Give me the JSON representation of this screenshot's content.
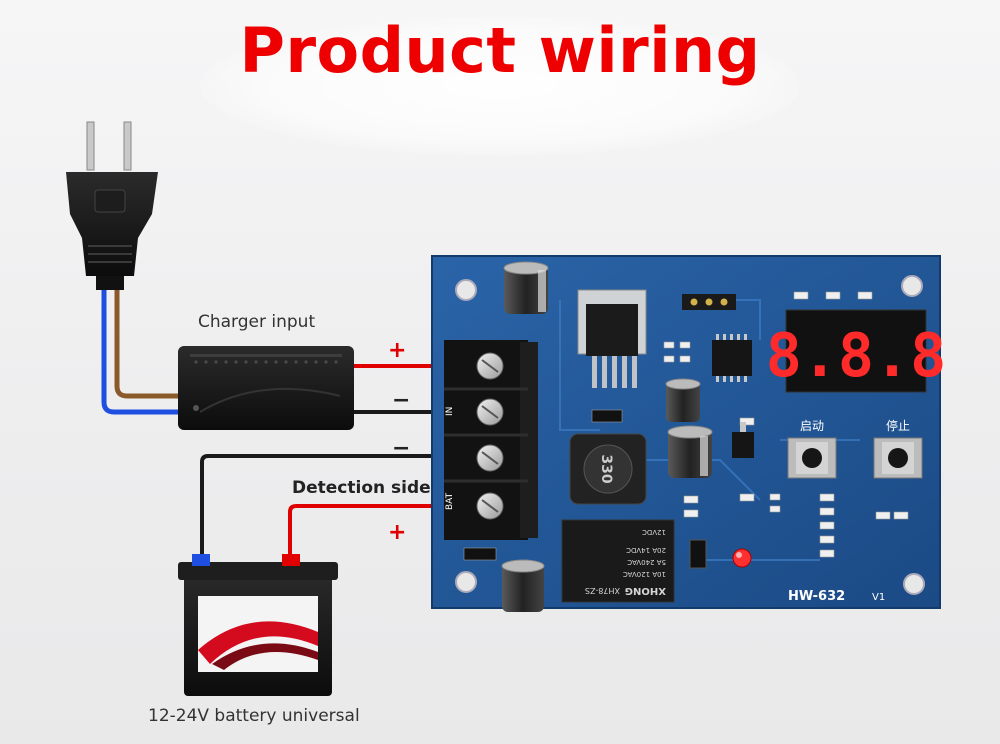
{
  "title": "Product wiring",
  "labels": {
    "charger_input": "Charger input",
    "detection_side": "Detection side",
    "battery": "12-24V battery universal"
  },
  "polarity": {
    "input_plus": "+",
    "input_minus": "−",
    "battery_minus": "−",
    "battery_plus": "+"
  },
  "board": {
    "model": "HW-632",
    "version": "V1",
    "display": "8.8.8",
    "button_start": "启动",
    "button_stop": "停止",
    "terminal_in": "IN",
    "terminal_bat": "BAT",
    "inductor": "330",
    "relay_brand": "XHONG",
    "relay_model": "XH78-ZS",
    "relay_rating_1": "10A 120VAC",
    "relay_rating_2": "5A 240VAC",
    "relay_rating_3": "20A 14VDC",
    "relay_coil": "12VDC"
  },
  "colors": {
    "title_red": "#ee0000",
    "board_blue": "#1d4f8e",
    "wire_red": "#e00000",
    "wire_black": "#1a1a1a",
    "wire_blue": "#1f4fe0",
    "wire_brown": "#8a5a2b",
    "display_red": "#ff2a2a"
  }
}
